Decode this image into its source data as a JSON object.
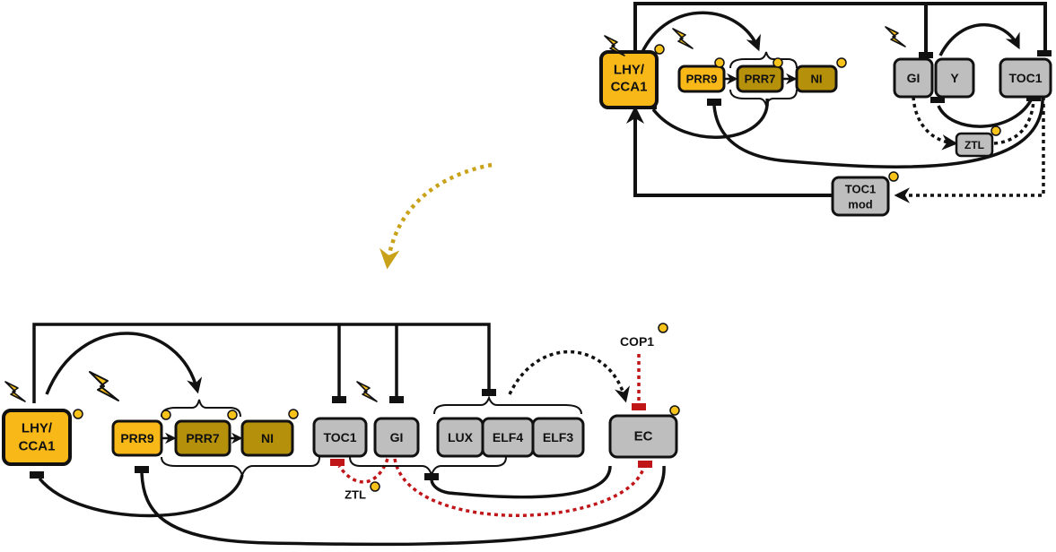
{
  "colors": {
    "yellow": "#F7B818",
    "olive": "#B5900A",
    "grey": "#BEBEBE",
    "black": "#111111",
    "red": "#C0161A",
    "transition_arrow": "#C9A21A",
    "clock_marker": "#F7C21A"
  },
  "simple_model": {
    "nodes": {
      "lhy_cca1_line1": "LHY/",
      "lhy_cca1_line2": "CCA1",
      "prr9": "PRR9",
      "prr7": "PRR7",
      "ni": "NI",
      "gi": "GI",
      "y": "Y",
      "toc1": "TOC1",
      "ztl": "ZTL",
      "toc1_mod_line1": "TOC1",
      "toc1_mod_line2": "mod"
    }
  },
  "extended_model": {
    "nodes": {
      "lhy_cca1_line1": "LHY/",
      "lhy_cca1_line2": "CCA1",
      "prr9": "PRR9",
      "prr7": "PRR7",
      "ni": "NI",
      "toc1": "TOC1",
      "gi": "GI",
      "lux": "LUX",
      "elf4": "ELF4",
      "elf3": "ELF3",
      "ec": "EC",
      "ztl": "ZTL",
      "cop1": "COP1"
    }
  },
  "icons": [
    "light-input-icon",
    "clock-marker-icon",
    "transition-arrow-icon"
  ]
}
